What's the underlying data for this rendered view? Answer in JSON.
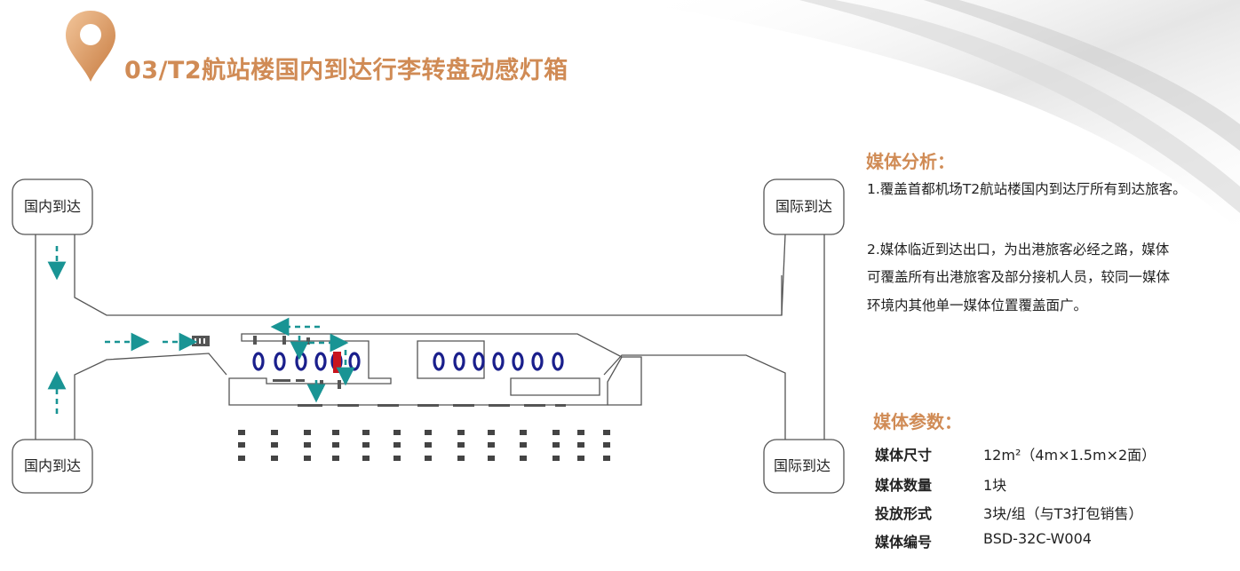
{
  "title": "03/T2航站楼国内到达行李转盘动感灯箱",
  "plan": {
    "label_top_left": "国内到达",
    "label_bottom_left": "国内到达",
    "label_top_right": "国际到达",
    "label_bottom_right": "国际到达"
  },
  "analysis": {
    "heading": "媒体分析：",
    "para1": "1.覆盖首都机场T2航站楼国内到达厅所有到达旅客。",
    "para2_line1": "2.媒体临近到达出口，为出港旅客必经之路，媒体",
    "para2_line2": "可覆盖所有出港旅客及部分接机人员，较同一媒体",
    "para2_line3": "环境内其他单一媒体位置覆盖面广。"
  },
  "params": {
    "heading": "媒体参数：",
    "rows": [
      {
        "key": "媒体尺寸",
        "value": "12m²（4m×1.5m×2面）"
      },
      {
        "key": "媒体数量",
        "value": "1块"
      },
      {
        "key": "投放形式",
        "value": "3块/组（与T3打包销售）"
      },
      {
        "key": "媒体编号",
        "value": "BSD-32C-W004"
      }
    ]
  },
  "colors": {
    "accent": "#d08b55",
    "carousel": "#1a1f8c",
    "arrow": "#199494",
    "media_box": "#c8141e"
  }
}
